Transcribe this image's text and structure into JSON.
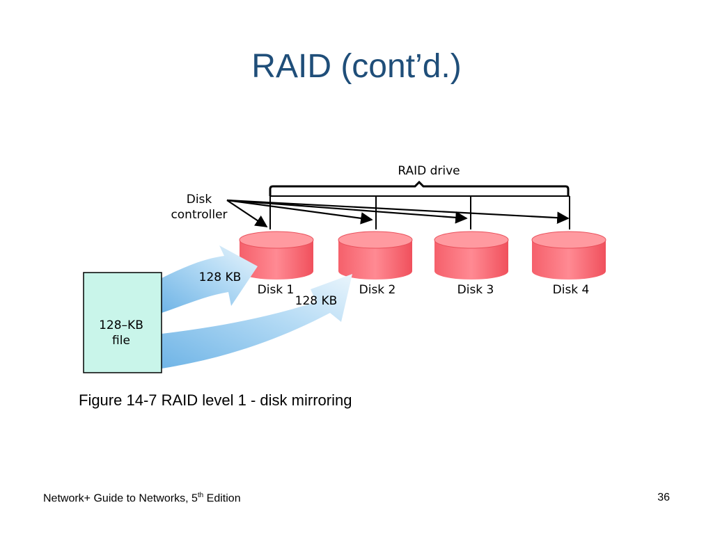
{
  "slide": {
    "title": "RAID (cont’d.)"
  },
  "diagram": {
    "raid_drive_label": "RAID drive",
    "controller_label_line1": "Disk",
    "controller_label_line2": "controller",
    "file_label_line1": "128–KB",
    "file_label_line2": "file",
    "flow_labels": [
      "128 KB",
      "128 KB"
    ],
    "disks": [
      {
        "label": "Disk 1"
      },
      {
        "label": "Disk 2"
      },
      {
        "label": "Disk 3"
      },
      {
        "label": "Disk 4"
      }
    ],
    "colors": {
      "disk_fill": "#f76570",
      "disk_top": "#ff9aa0",
      "file_fill": "#c9f5ea",
      "arrow_fill": "#a9d2f0"
    }
  },
  "caption": "Figure 14-7 RAID level 1 - disk mirroring",
  "footer": {
    "left_prefix": "Network+ Guide to Networks, 5",
    "left_sup": "th",
    "left_suffix": " Edition",
    "page_number": "36"
  }
}
